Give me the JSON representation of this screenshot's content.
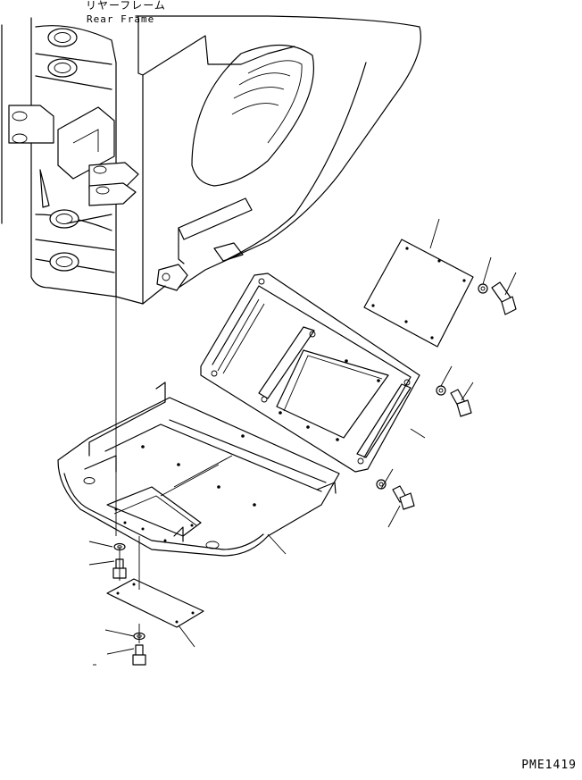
{
  "title_jp": "リヤーフレーム",
  "title_en": "Rear Frame",
  "drawing_code": "PME1419",
  "colors": {
    "ink": "#000000",
    "paper": "#ffffff"
  }
}
